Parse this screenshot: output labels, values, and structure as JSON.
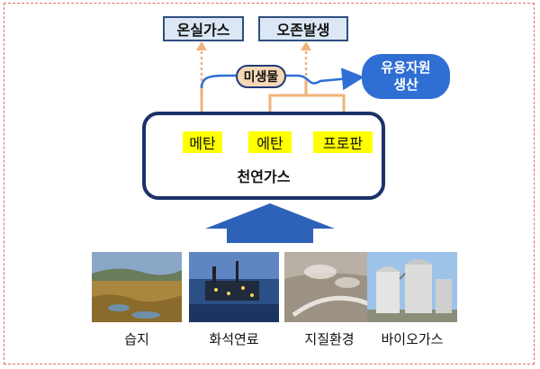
{
  "outputs": {
    "greenhouse_gas": "온실가스",
    "ozone": "오존발생"
  },
  "microbe": "미생물",
  "useful_resource": {
    "line1": "유용자원",
    "line2": "생산"
  },
  "natural_gas": {
    "label": "천연가스",
    "components": [
      "메탄",
      "에탄",
      "프로판"
    ]
  },
  "sources": [
    {
      "caption": "습지",
      "icon": "wetland-photo"
    },
    {
      "caption": "화석연료",
      "icon": "offshore-platform-photo"
    },
    {
      "caption": "지질환경",
      "icon": "geothermal-photo"
    },
    {
      "caption": "바이오가스",
      "icon": "biogas-silo-photo"
    }
  ],
  "colors": {
    "frame": "#e46a6a",
    "box_border": "#1c3169",
    "component_fill": "#ffff00",
    "connector": "#f0b27a",
    "flow_arrow": "#2f6fd4",
    "big_arrow": "#2e62b8"
  }
}
